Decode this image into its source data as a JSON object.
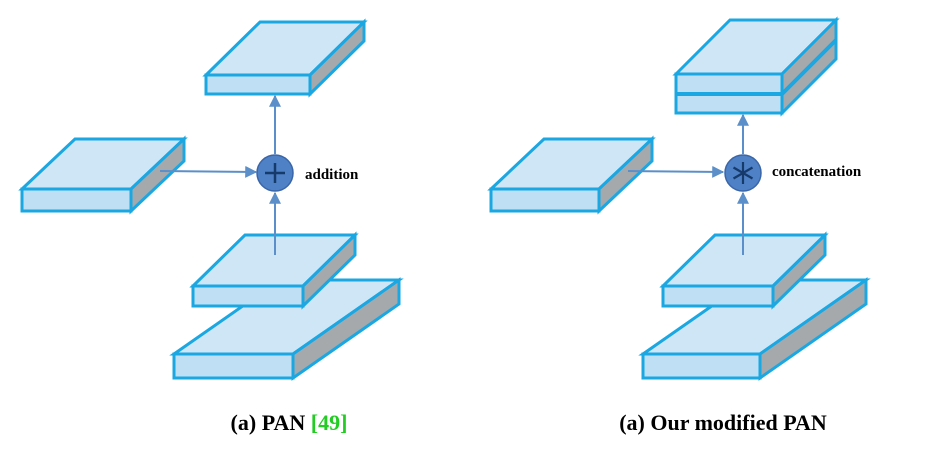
{
  "left": {
    "op_label": "addition",
    "op_symbol": "+",
    "caption": "(a) PAN ",
    "citation": "[49]"
  },
  "right": {
    "op_label": "concatenation",
    "op_symbol": "*",
    "caption": "(a) Our modified PAN"
  },
  "colors": {
    "top_face": "#cfe6f7",
    "front_face": "#bfe0f4",
    "side_face": "#a6a9ac",
    "edge": "#1aa7e2",
    "arrow": "#5b8fc9",
    "node_fill": "#4f81c7",
    "node_stroke": "#3a66a8",
    "node_symbol": "#163a6a",
    "citation": "#22cc22"
  }
}
